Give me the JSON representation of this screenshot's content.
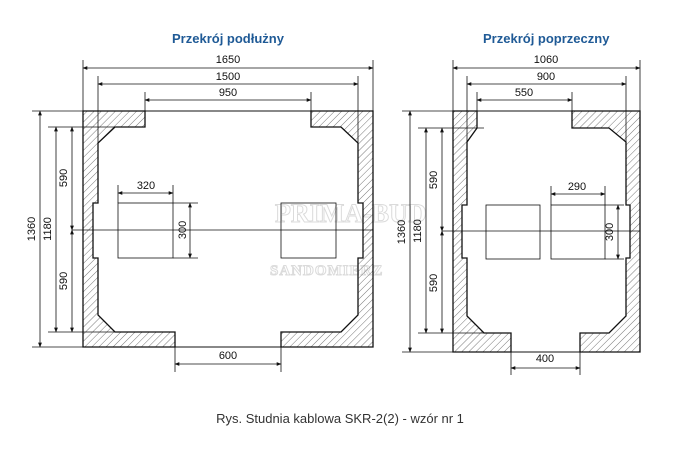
{
  "titles": {
    "left": "Przekrój podłużny",
    "right": "Przekrój poprzeczny"
  },
  "caption": "Rys. Studnia kablowa SKR-2(2) - wzór nr 1",
  "watermark": {
    "brand": "PRIMA-BUD",
    "city": "SANDOMIERZ"
  },
  "left_section": {
    "overall_width": "1650",
    "inner_width": "1500",
    "top_opening": "950",
    "bottom_opening": "600",
    "window_width": "320",
    "window_height": "300",
    "overall_height": "1360",
    "inner_height": "1180",
    "upper_half": "590",
    "lower_half": "590"
  },
  "right_section": {
    "overall_width": "1060",
    "inner_width": "900",
    "top_opening": "550",
    "bottom_opening": "400",
    "window_width": "290",
    "window_height": "300",
    "overall_height": "1360",
    "inner_height": "1180",
    "upper_half": "590",
    "lower_half": "590"
  },
  "colors": {
    "title": "#1f5a96",
    "lines": "#111111",
    "hatch": "#555555"
  }
}
